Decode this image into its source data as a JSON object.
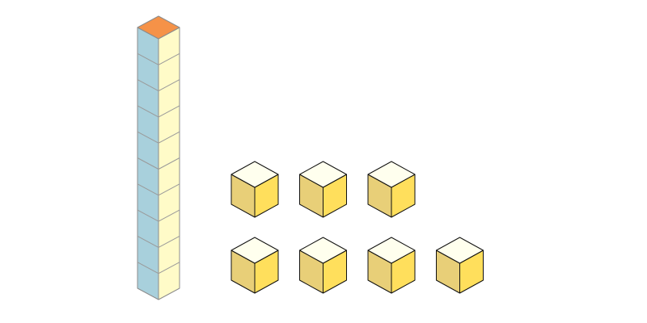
{
  "ten_rod": {
    "unit_count": 10,
    "colors": {
      "top": "#F59248",
      "left": "#A8D0DC",
      "right": "#FFFBC8",
      "edge": "#9A9A9A",
      "outline": "#8C8C8C"
    }
  },
  "unit_cubes": {
    "rows": [
      3,
      4
    ],
    "total": 7,
    "colors": {
      "top": "#FFFFEE",
      "left": "#E8CF78",
      "right": "#FFDF5C",
      "outline": "#111111"
    }
  }
}
